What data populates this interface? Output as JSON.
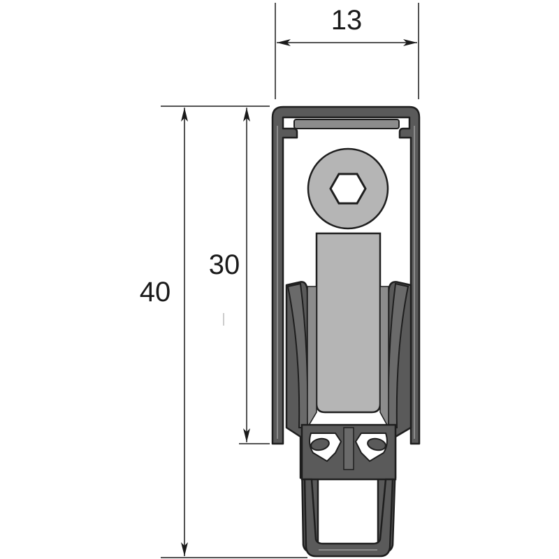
{
  "dimensions": {
    "width_label": "13",
    "inner_height_label": "30",
    "total_height_label": "40"
  },
  "colors": {
    "profile": "#5a5a5a",
    "profile_outline": "#1e1e1e",
    "highlight": "#8c8c8c",
    "grey_part": "#b5b5b5",
    "dimension_line": "#1a1a1a",
    "background": "#ffffff"
  }
}
